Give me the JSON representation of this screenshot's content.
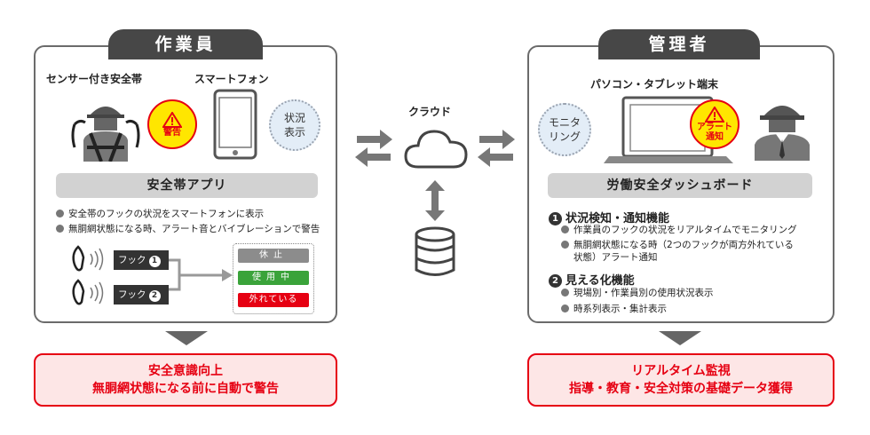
{
  "worker": {
    "title": "作業員",
    "devices": {
      "harness_label": "センサー付き安全帯",
      "phone_label": "スマートフォン",
      "warning_label": "警告",
      "status_label": [
        "状況",
        "表示"
      ]
    },
    "app_label": "安全帯アプリ",
    "bullets": [
      "安全帯のフックの状況をスマートフォンに表示",
      "無胴網状態になる時、アラート音とバイブレーションで警告"
    ],
    "hooks": [
      {
        "label": "フック",
        "num": "1"
      },
      {
        "label": "フック",
        "num": "2"
      }
    ],
    "statuses": [
      {
        "label": "休止",
        "color": "#8c8c8c"
      },
      {
        "label": "使用中",
        "color": "#3aa33a"
      },
      {
        "label": "外れている",
        "color": "#e60012"
      }
    ],
    "result": [
      "安全意識向上",
      "無胴網状態になる前に自動で警告"
    ]
  },
  "cloud": {
    "label": "クラウド"
  },
  "manager": {
    "title": "管理者",
    "device_label": "パソコン・タブレット端末",
    "monitoring_label": [
      "モニタ",
      "リング"
    ],
    "alert_label": [
      "アラート",
      "通知"
    ],
    "dashboard_label": "労働安全ダッシュボード",
    "sections": [
      {
        "num": "1",
        "title": "状況検知・通知機能",
        "items": [
          "作業員のフックの状況をリアルタイムでモニタリング",
          "無胴網状態になる時（2つのフックが両方外れている",
          "状態）アラート通知"
        ]
      },
      {
        "num": "2",
        "title": "見える化機能",
        "items": [
          "現場別・作業員別の使用状況表示",
          "時系列表示・集計表示"
        ]
      }
    ],
    "result": [
      "リアルタイム監視",
      "指導・教育・安全対策の基礎データ獲得"
    ]
  },
  "colors": {
    "accent_red": "#e60012",
    "warning_yellow": "#ffe600",
    "panel_dark": "#474747"
  }
}
